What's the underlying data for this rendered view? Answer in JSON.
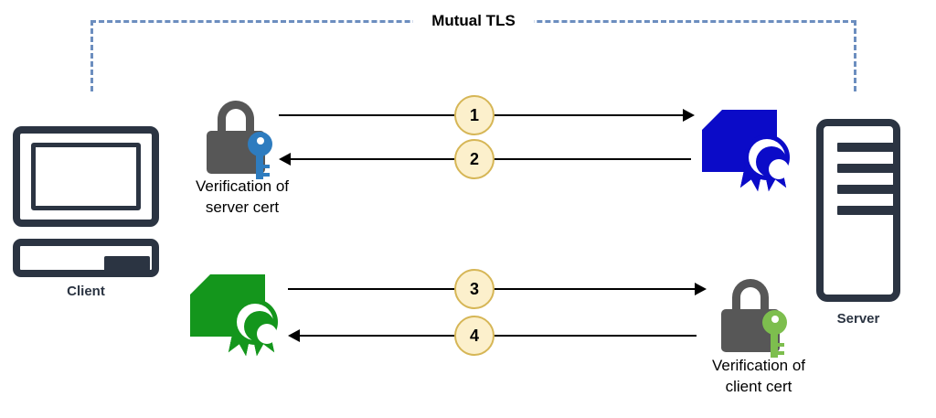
{
  "diagram": {
    "title": "Mutual TLS",
    "boundary_color": "#6C8EBF",
    "nodes": {
      "client": {
        "label": "Client",
        "icon": "desktop-computer-icon",
        "color": "#2B3442"
      },
      "server": {
        "label": "Server",
        "icon": "server-tower-icon",
        "color": "#2B3442"
      }
    },
    "icons": {
      "server_cert_lock": {
        "name": "padlock-with-blue-key-icon",
        "lock_color": "#575757",
        "key_color": "#2E7CBF"
      },
      "server_certificate": {
        "name": "certificate-seal-icon",
        "color": "#0B0BC8"
      },
      "client_certificate": {
        "name": "certificate-seal-icon",
        "color": "#14961C"
      },
      "client_cert_lock": {
        "name": "padlock-with-green-key-icon",
        "lock_color": "#575757",
        "key_color": "#7DBE4E"
      }
    },
    "captions": {
      "server_cert": {
        "line1": "Verification of",
        "line2": "server cert"
      },
      "client_cert": {
        "line1": "Verification of",
        "line2": "client cert"
      }
    },
    "steps": [
      {
        "number": "1",
        "direction": "right",
        "from": "client",
        "to": "server"
      },
      {
        "number": "2",
        "direction": "left",
        "from": "server",
        "to": "client"
      },
      {
        "number": "3",
        "direction": "right",
        "from": "client",
        "to": "server"
      },
      {
        "number": "4",
        "direction": "left",
        "from": "server",
        "to": "client"
      }
    ],
    "badge_style": {
      "fill": "#FCF0CC",
      "stroke": "#D6B656"
    }
  }
}
